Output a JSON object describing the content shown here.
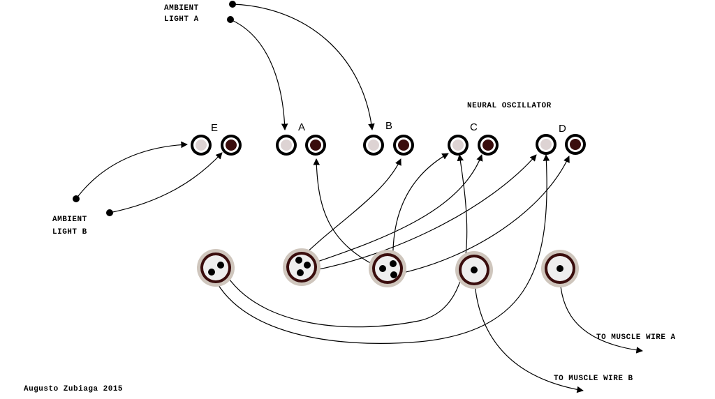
{
  "labels": {
    "ambient_light_a_line1": "AMBIENT",
    "ambient_light_a_line2": "LIGHT A",
    "ambient_light_b_line1": "AMBIENT",
    "ambient_light_b_line2": "LIGHT B",
    "neural_oscillator": "NEURAL OSCILLATOR",
    "to_muscle_wire_a": "TO MUSCLE WIRE A",
    "to_muscle_wire_b": "TO MUSCLE WIRE B",
    "credit": "Augusto Zubiaga 2015"
  },
  "neurons": [
    {
      "letter": "E"
    },
    {
      "letter": "A"
    },
    {
      "letter": "B"
    },
    {
      "letter": "C"
    },
    {
      "letter": "D"
    }
  ],
  "colors": {
    "input_fill": "#f2eded",
    "output_fill": "#3a0d0d",
    "jack_ring": "#3a0d0d",
    "jack_halo": "#cfc6bd",
    "jack_fill": "#eeeeee",
    "wire": "#000000"
  }
}
